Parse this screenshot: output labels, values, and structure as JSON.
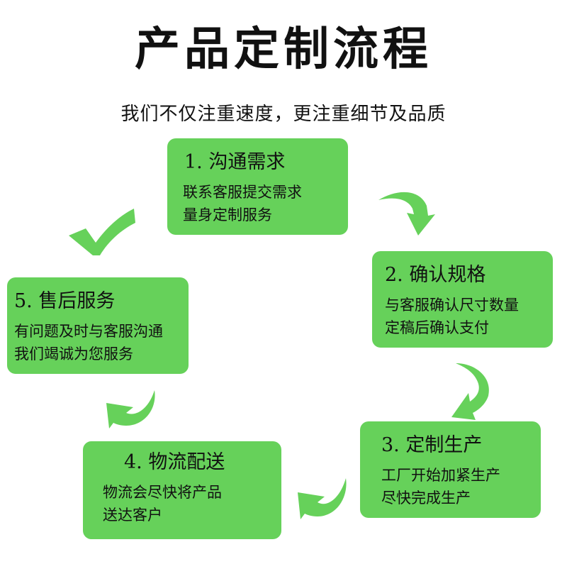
{
  "title": "产品定制流程",
  "subtitle": "我们不仅注重速度，更注重细节及品质",
  "accent_color": "#66d15a",
  "steps": [
    {
      "heading": "1. 沟通需求",
      "lines": [
        "联系客服提交需求",
        "量身定制服务"
      ]
    },
    {
      "heading": "2. 确认规格",
      "lines": [
        "与客服确认尺寸数量",
        "定稿后确认支付"
      ]
    },
    {
      "heading": "3. 定制生产",
      "lines": [
        "工厂开始加紧生产",
        "尽快完成生产"
      ]
    },
    {
      "heading": "4. 物流配送",
      "lines": [
        "物流会尽快将产品",
        "送达客户"
      ]
    },
    {
      "heading": "5. 售后服务",
      "lines": [
        "有问题及时与客服沟通",
        "我们竭诚为您服务"
      ]
    }
  ],
  "icons": [
    "curved-arrow-1-to-2",
    "curved-arrow-2-to-3",
    "curved-arrow-3-to-4",
    "curved-arrow-4-to-5",
    "checkmark"
  ]
}
